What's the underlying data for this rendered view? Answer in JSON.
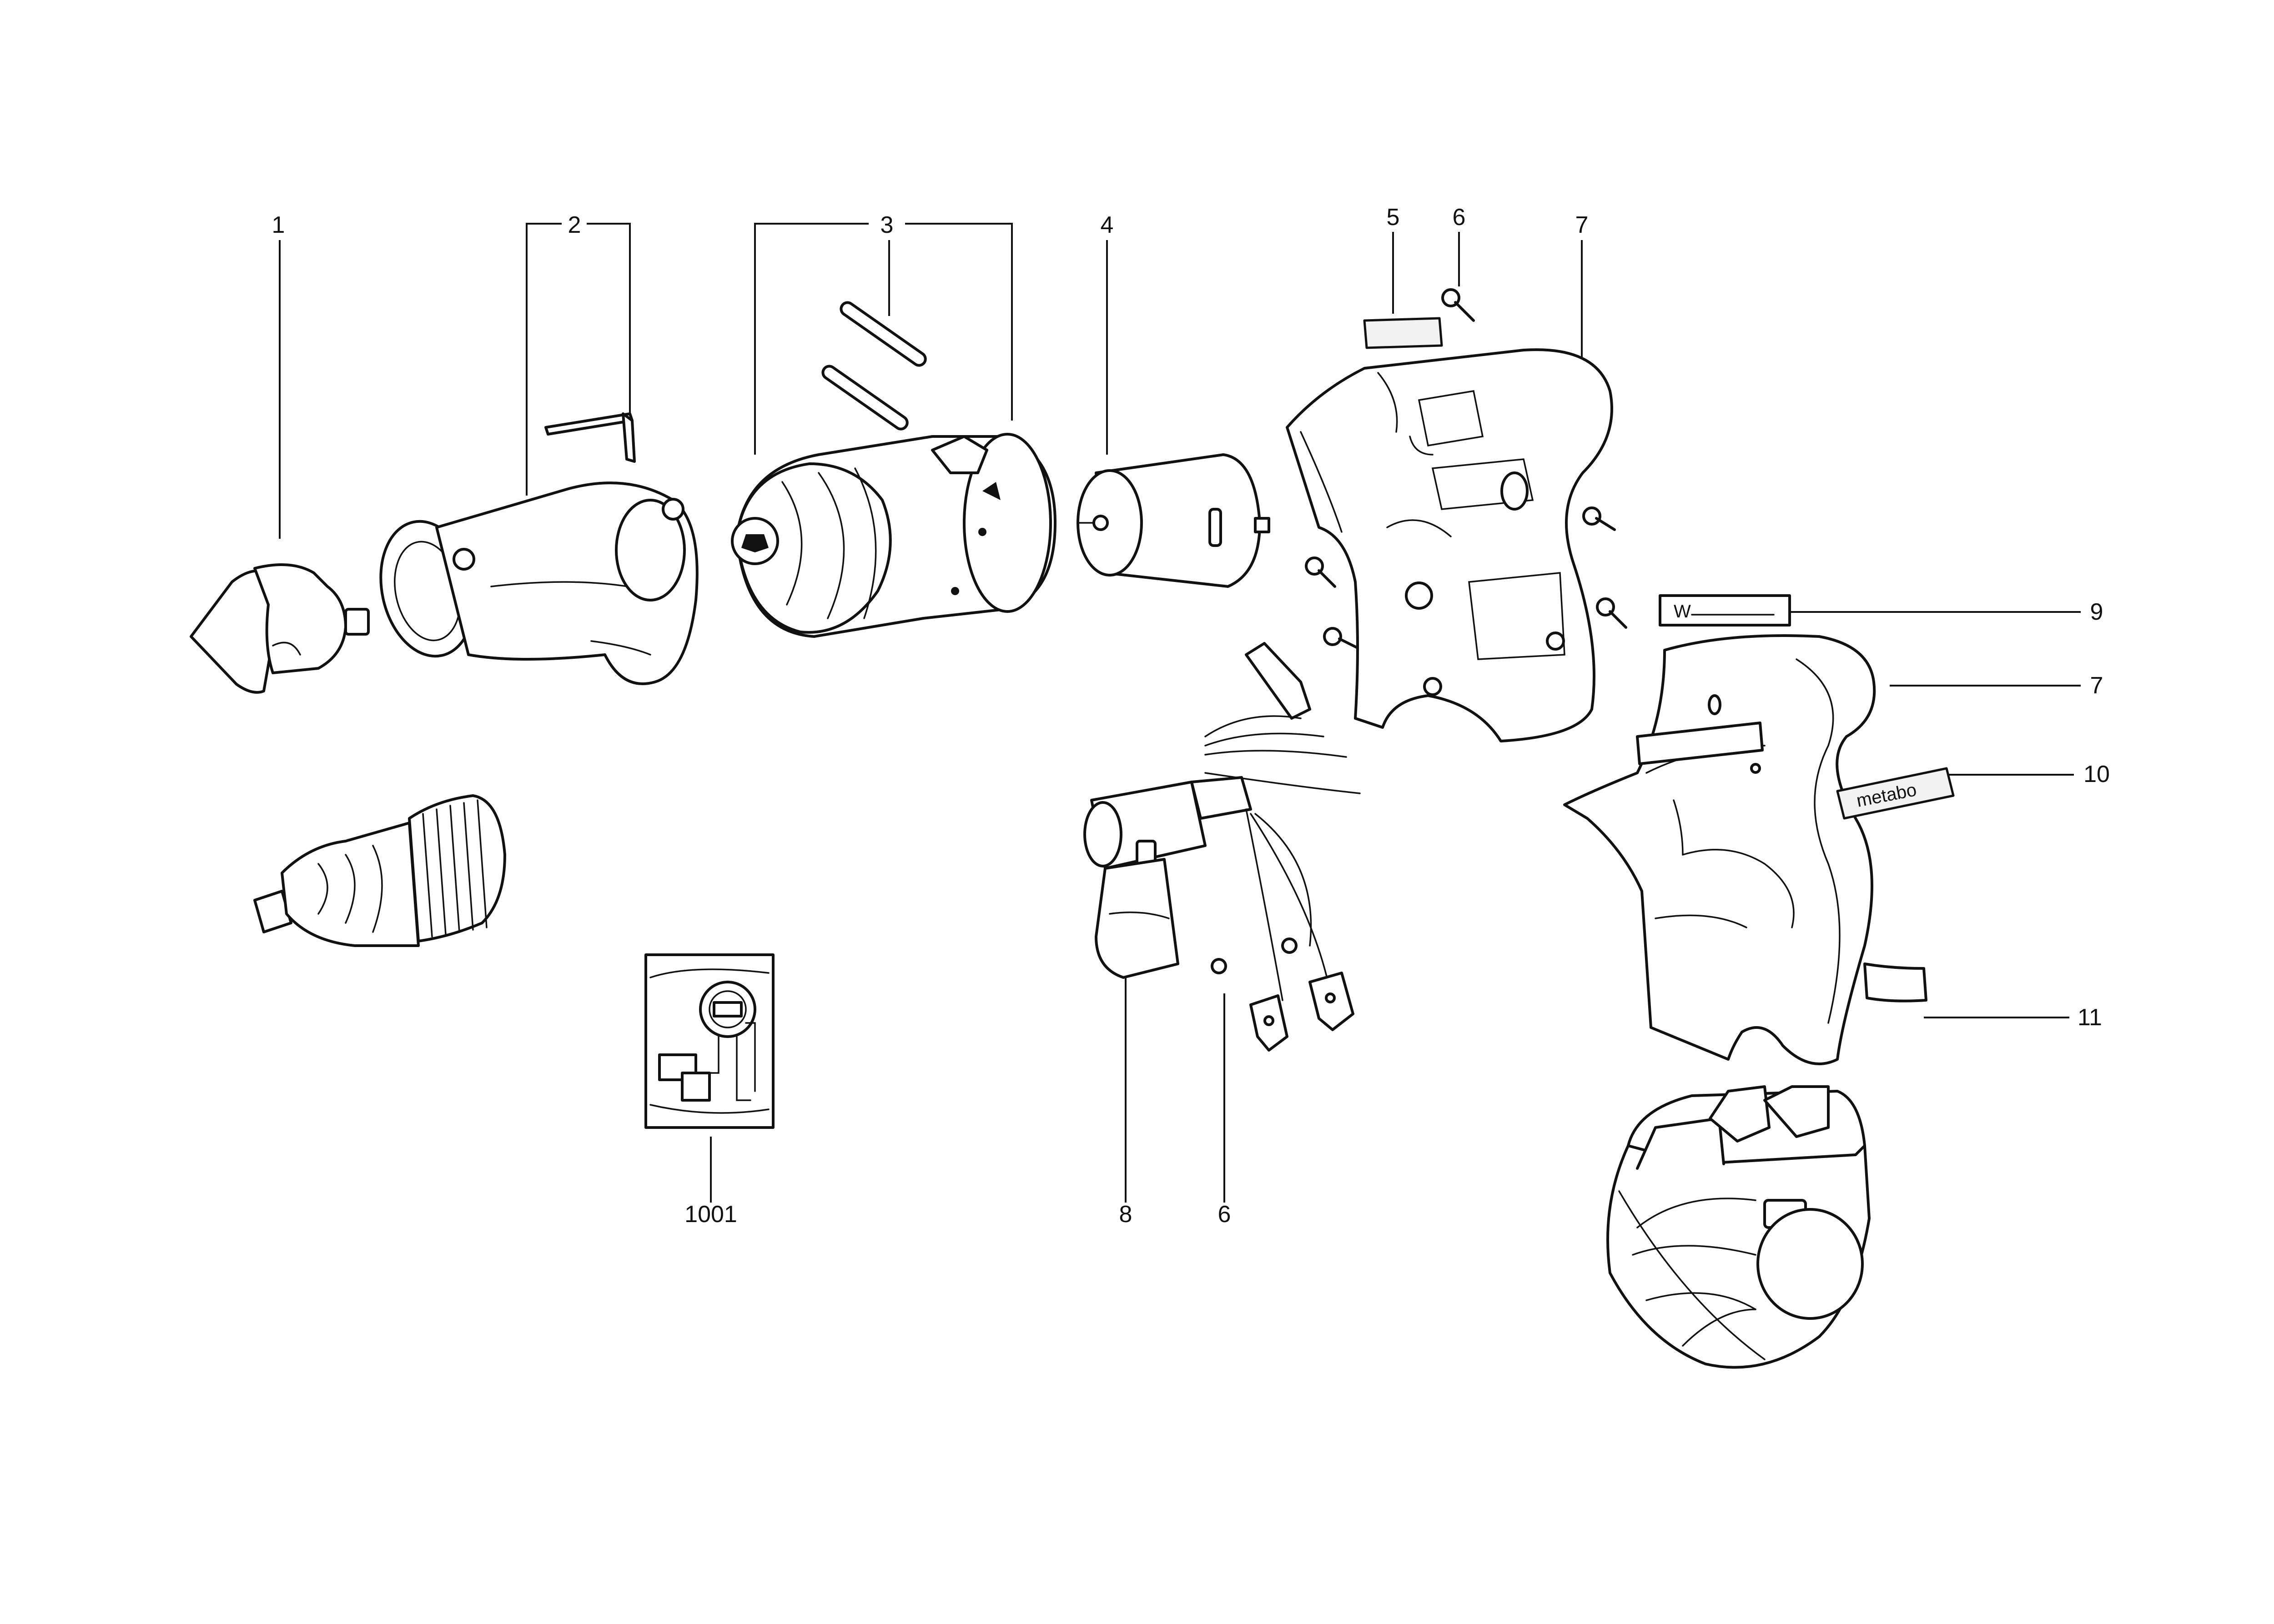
{
  "callouts": [
    {
      "id": "c1",
      "label": "1"
    },
    {
      "id": "c2",
      "label": "2"
    },
    {
      "id": "c3",
      "label": "3"
    },
    {
      "id": "c4",
      "label": "4"
    },
    {
      "id": "c5",
      "label": "5"
    },
    {
      "id": "c6a",
      "label": "6"
    },
    {
      "id": "c7a",
      "label": "7"
    },
    {
      "id": "c9",
      "label": "9"
    },
    {
      "id": "c7b",
      "label": "7"
    },
    {
      "id": "c10",
      "label": "10"
    },
    {
      "id": "c11",
      "label": "11"
    },
    {
      "id": "c1001",
      "label": "1001"
    },
    {
      "id": "c8",
      "label": "8"
    },
    {
      "id": "c6b",
      "label": "6"
    }
  ],
  "labels": {
    "brand_sticker": "metabo",
    "rating_sticker": "W"
  }
}
